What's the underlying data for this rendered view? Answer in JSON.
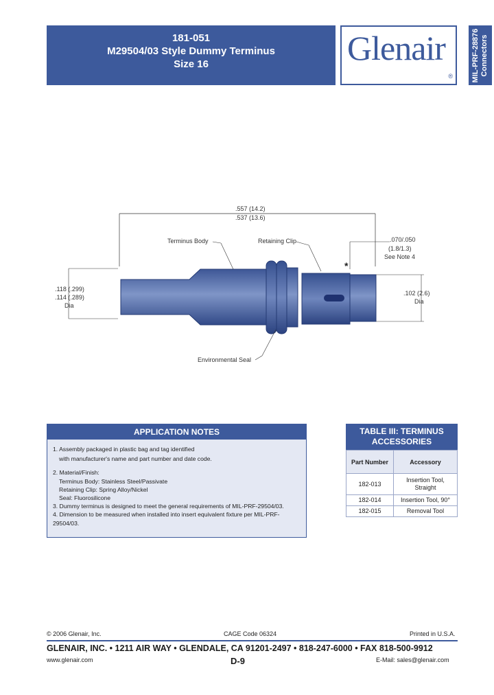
{
  "header": {
    "part_number": "181-051",
    "title": "M29504/03 Style Dummy Terminus",
    "size": "Size 16",
    "logo": "Glenair",
    "logo_reg": "®",
    "side_tab": [
      "MIL-PRF-28876",
      "Connectors"
    ]
  },
  "drawing": {
    "overall_length_max": ".557 (14.2)",
    "overall_length_min": ".537 (13.6)",
    "label_body": "Terminus Body",
    "label_clip": "Retaining Clip",
    "clip_dim": ".070/.050",
    "clip_dim_metric": "(1.8/1.3)",
    "clip_note": "See Note 4",
    "asterisk": "*",
    "left_dia_max": ".118 (.299)",
    "left_dia_min": ".114 (.289)",
    "left_dia_label": "Dia",
    "right_dia": ".102 (2.6)",
    "right_dia_label": "Dia",
    "label_seal": "Environmental Seal"
  },
  "application_notes": {
    "heading": "APPLICATION NOTES",
    "note1_a": "1.  Assembly packaged in plastic bag and tag identified",
    "note1_b": "with manufacturer's name and part number and date code.",
    "note2_a": "2.  Material/Finish:",
    "note2_b": "Terminus Body: Stainless Steel/Passivate",
    "note2_c": "Retaining Clip: Spring Alloy/Nickel",
    "note2_d": "Seal: Fluorosilicone",
    "note3": "3.  Dummy terminus is designed to meet the general requirements of MIL-PRF-29504/03.",
    "note4": "4.  Dimension to be measured when installed into insert equivalent fixture per MIL-PRF-29504/03."
  },
  "accessories_table": {
    "heading_line1": "TABLE III: TERMINUS",
    "heading_line2": "ACCESSORIES",
    "col_part": "Part Number",
    "col_acc": "Accessory",
    "rows": [
      {
        "part": "182-013",
        "acc1": "Insertion Tool,",
        "acc2": "Straight"
      },
      {
        "part": "182-014",
        "acc1": "Insertion Tool, 90°",
        "acc2": ""
      },
      {
        "part": "182-015",
        "acc1": "Removal Tool",
        "acc2": ""
      }
    ]
  },
  "footer": {
    "copyright": "© 2006 Glenair, Inc.",
    "cage": "CAGE Code 06324",
    "printed": "Printed in U.S.A.",
    "address": "GLENAIR, INC.  •  1211 AIR WAY  •  GLENDALE, CA 91201-2497  •  818-247-6000  •  FAX 818-500-9912",
    "website": "www.glenair.com",
    "page": "D-9",
    "email": "E-Mail: sales@glenair.com"
  }
}
